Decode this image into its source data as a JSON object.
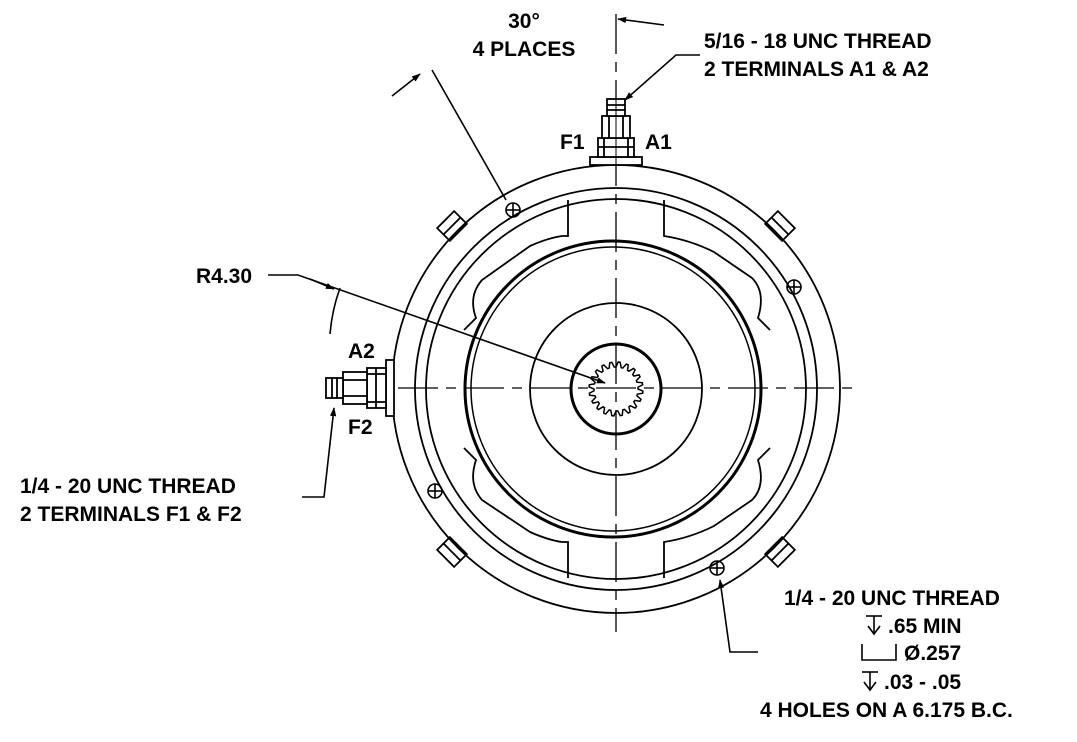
{
  "drawing": {
    "line_color": "#000000",
    "background": "#ffffff",
    "angle_note": {
      "angle": "30°",
      "places": "4 PLACES"
    },
    "terminal_thread_a": {
      "line1": "5/16 - 18 UNC THREAD",
      "line2": "2 TERMINALS A1 & A2"
    },
    "terminal_thread_f": {
      "line1": "1/4 - 20 UNC THREAD",
      "line2": "2 TERMINALS F1 & F2"
    },
    "terminal_labels": {
      "f1": "F1",
      "a1": "A1",
      "a2": "A2",
      "f2": "F2"
    },
    "radius_label": "R4.30",
    "hole_note": {
      "thread": "1/4 - 20 UNC THREAD",
      "depth": ".65 MIN",
      "counterbore_dia": "Ø.257",
      "counterbore_depth": ".03 - .05",
      "pattern": "4 HOLES ON A 6.175 B.C."
    },
    "symbols": {
      "depth": "depth-symbol",
      "counterbore": "counterbore-symbol"
    }
  }
}
